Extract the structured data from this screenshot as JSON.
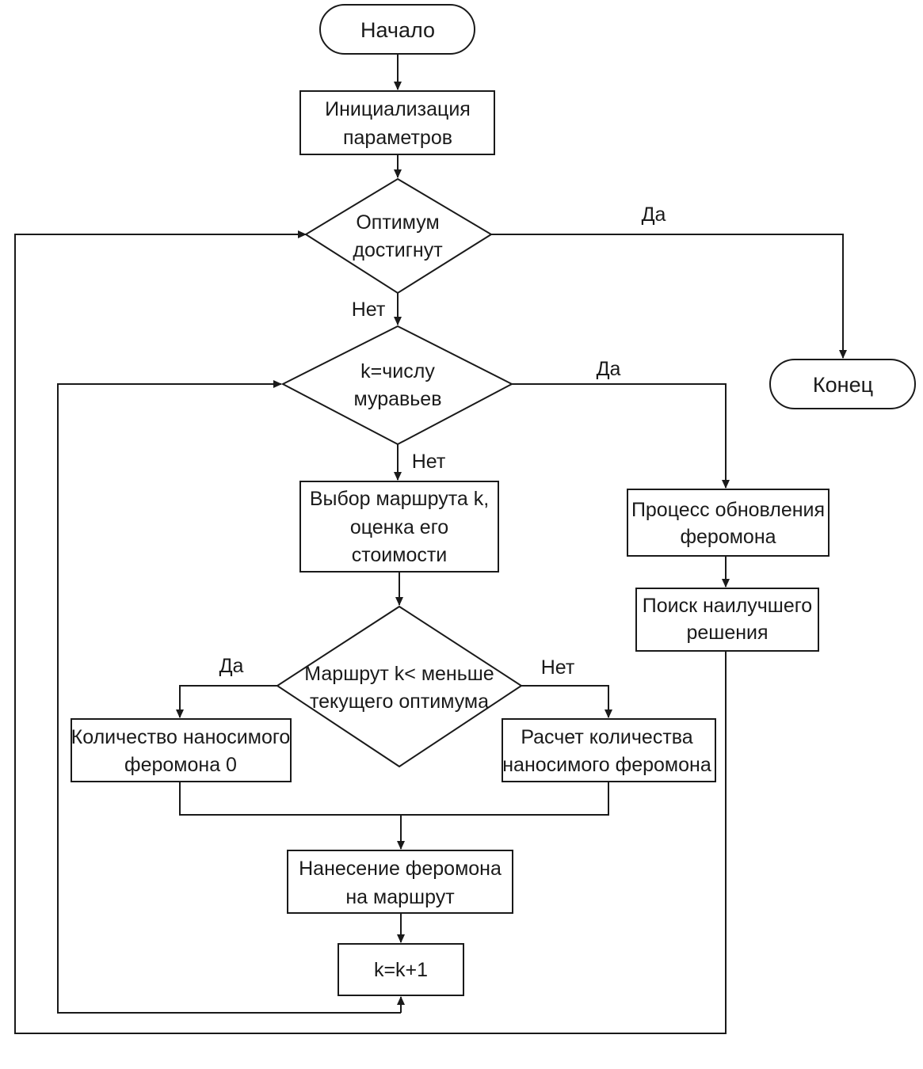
{
  "nodes": {
    "start": {
      "label": "Начало"
    },
    "init": {
      "lines": [
        "Инициализация",
        "параметров"
      ]
    },
    "optimum": {
      "lines": [
        "Оптимум",
        "достигнут"
      ]
    },
    "end": {
      "label": "Конец"
    },
    "ants": {
      "lines": [
        "k=числу",
        "муравьев"
      ]
    },
    "choose_route": {
      "lines": [
        "Выбор маршрута k,",
        "оценка его",
        "стоимости"
      ]
    },
    "update_pheromone": {
      "lines": [
        "Процесс обновления",
        "феромона"
      ]
    },
    "best_solution": {
      "lines": [
        "Поиск наилучшего",
        "решения"
      ]
    },
    "route_compare": {
      "lines": [
        "Маршрут k< меньше",
        "текущего оптимума"
      ]
    },
    "pheromone_zero": {
      "lines": [
        "Количество наносимого",
        "феромона 0"
      ]
    },
    "pheromone_calc": {
      "lines": [
        "Расчет количества",
        "наносимого феромона"
      ]
    },
    "apply_pheromone": {
      "lines": [
        "Нанесение феромона",
        "на маршрут"
      ]
    },
    "increment": {
      "label": "k=k+1"
    }
  },
  "edge_labels": {
    "optimum_yes": "Да",
    "optimum_no": "Нет",
    "ants_yes": "Да",
    "ants_no": "Нет",
    "compare_yes": "Да",
    "compare_no": "Нет"
  }
}
